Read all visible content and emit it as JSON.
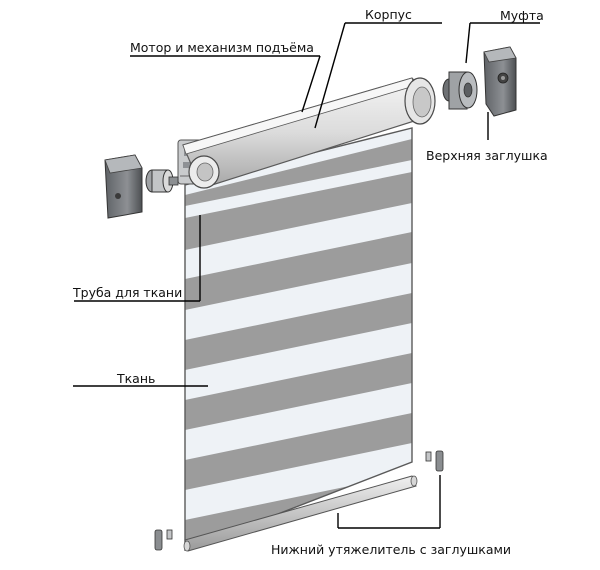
{
  "labels": {
    "motor": "Мотор и механизм подъёма",
    "corpus": "Корпус",
    "mufta": "Муфта",
    "top_cap": "Верхняя заглушка",
    "tube": "Труба для ткани",
    "fabric": "Ткань",
    "bottom": "Нижний утяжелитель с заглушками"
  },
  "colors": {
    "fabric_stripe_dark": "#9c9c9c",
    "fabric_stripe_light": "#eef2f6",
    "housing": "#d9d9d9",
    "parts": "#7a7d80",
    "leader_line": "#000000"
  }
}
